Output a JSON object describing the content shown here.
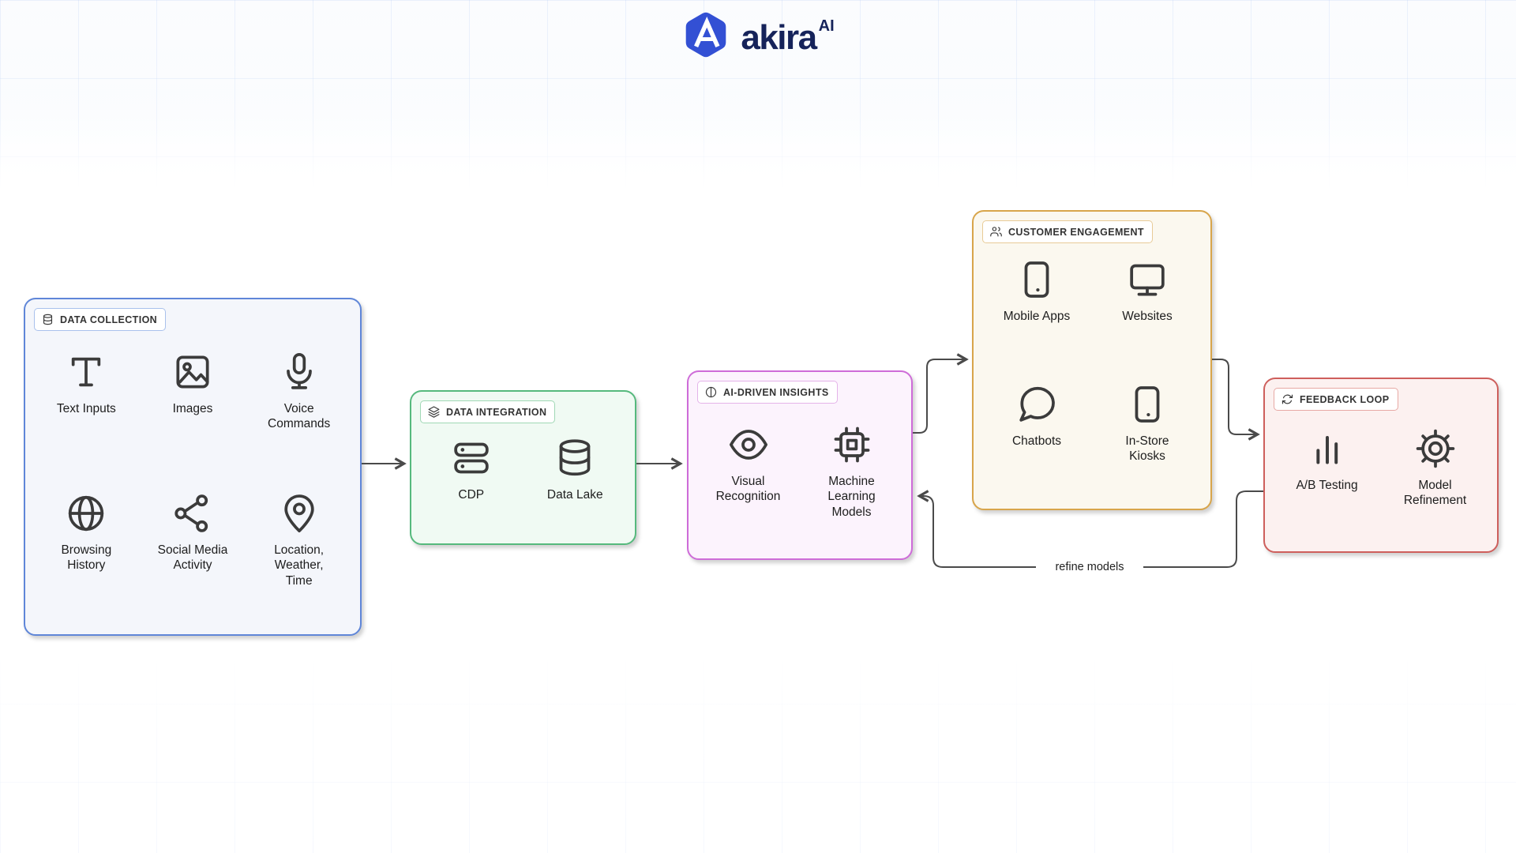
{
  "logo": {
    "brand": "akira",
    "superscript": "AI",
    "mark_color": "#3350d4",
    "wordmark_color": "#16235a"
  },
  "diagram": {
    "refine_label": "refine models",
    "connector_color": "#4a4a4a",
    "groups": [
      {
        "title": "DATA COLLECTION",
        "icon": "database-icon",
        "border": "#5f86d8",
        "chip_border": "#a9c1ec",
        "bg": "#f4f6fb",
        "items": [
          {
            "label": "Text Inputs",
            "icon": "text-icon"
          },
          {
            "label": "Images",
            "icon": "image-icon"
          },
          {
            "label": "Voice Commands",
            "icon": "microphone-icon"
          },
          {
            "label": "Browsing History",
            "icon": "globe-icon"
          },
          {
            "label": "Social Media Activity",
            "icon": "share-icon"
          },
          {
            "label": "Location, Weather, Time",
            "icon": "map-pin-icon"
          }
        ]
      },
      {
        "title": "DATA INTEGRATION",
        "icon": "layers-icon",
        "border": "#56b97d",
        "chip_border": "#a0d8b5",
        "bg": "#f0faf3",
        "items": [
          {
            "label": "CDP",
            "icon": "server-icon"
          },
          {
            "label": "Data Lake",
            "icon": "database-cylinder-icon"
          }
        ]
      },
      {
        "title": "AI-DRIVEN INSIGHTS",
        "icon": "contrast-icon",
        "border": "#ce6cd8",
        "chip_border": "#e4b3e9",
        "bg": "#fcf3fd",
        "items": [
          {
            "label": "Visual Recognition",
            "icon": "eye-icon"
          },
          {
            "label": "Machine Learning Models",
            "icon": "cpu-icon"
          }
        ]
      },
      {
        "title": "CUSTOMER ENGAGEMENT",
        "icon": "users-icon",
        "border": "#d8a54b",
        "chip_border": "#e8cb97",
        "bg": "#fbf8ef",
        "items": [
          {
            "label": "Mobile Apps",
            "icon": "tablet-icon"
          },
          {
            "label": "Websites",
            "icon": "monitor-icon"
          },
          {
            "label": "Chatbots",
            "icon": "chat-bubble-icon"
          },
          {
            "label": "In-Store Kiosks",
            "icon": "kiosk-icon"
          }
        ]
      },
      {
        "title": "FEEDBACK LOOP",
        "icon": "refresh-icon",
        "border": "#ce5f5c",
        "chip_border": "#e7a9a5",
        "bg": "#fcf1f0",
        "items": [
          {
            "label": "A/B Testing",
            "icon": "bar-chart-icon"
          },
          {
            "label": "Model Refinement",
            "icon": "gear-icon"
          }
        ]
      }
    ]
  }
}
